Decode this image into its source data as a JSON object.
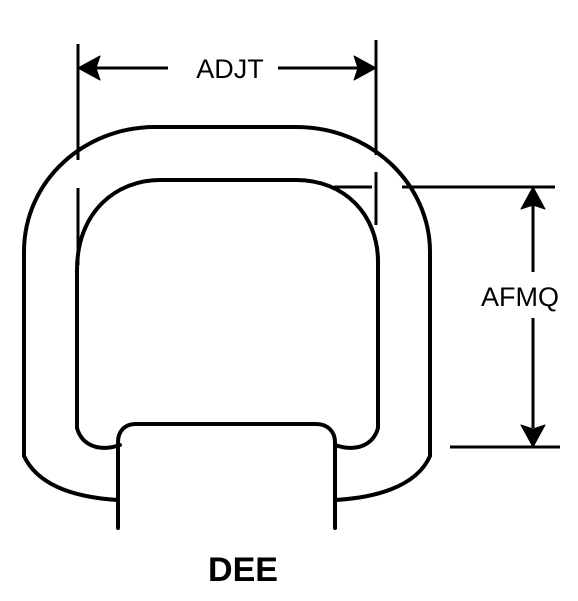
{
  "dimensions": {
    "width_label": "ADJT",
    "height_label": "AFMQ"
  },
  "part": {
    "name": "DEE"
  }
}
